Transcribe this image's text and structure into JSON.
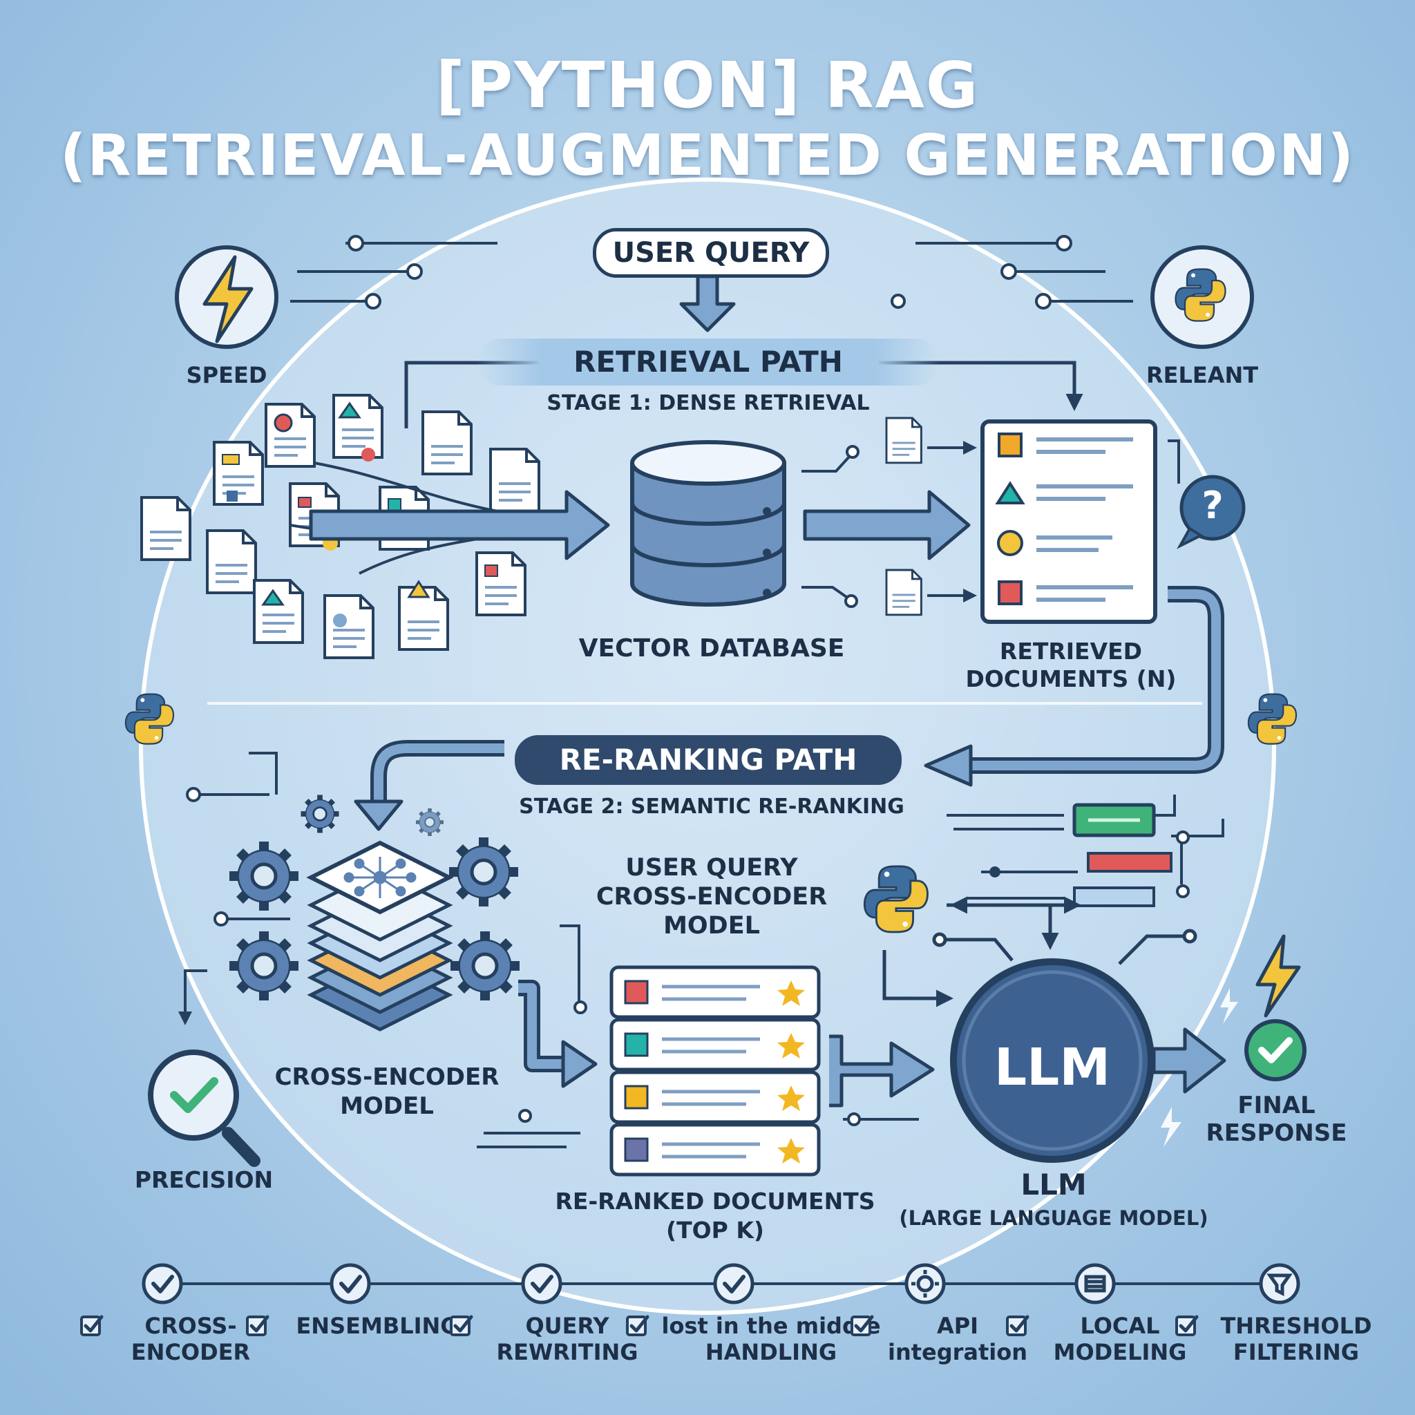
{
  "title": {
    "line1": "[PYTHON] RAG",
    "line2": "(RETRIEVAL-AUGMENTED GENERATION)"
  },
  "user_query": "USER QUERY",
  "retrieval": {
    "label": "RETRIEVAL PATH",
    "stage": "STAGE 1: DENSE RETRIEVAL",
    "vector_db": "VECTOR DATABASE",
    "retrieved_line1": "RETRIEVED",
    "retrieved_line2": "DOCUMENTS (N)"
  },
  "corner": {
    "speed": "SPEED",
    "releant": "RELEANT",
    "precision": "PRECISION"
  },
  "reranking": {
    "label": "RE-RANKING PATH",
    "stage": "STAGE 2: SEMANTIC RE-RANKING",
    "cross_encoder_line1": "CROSS-ENCODER",
    "cross_encoder_line2": "MODEL",
    "uq_line1": "USER QUERY",
    "uq_line2": "CROSS-ENCODER",
    "uq_line3": "MODEL",
    "reranked_line1": "RE-RANKED DOCUMENTS",
    "reranked_line2": "(TOP K)"
  },
  "llm": {
    "badge": "LLM",
    "label": "LLM",
    "sub": "(LARGE LANGUAGE MODEL)"
  },
  "final": {
    "line1": "FINAL",
    "line2": "RESPONSE",
    "question_mark": "?"
  },
  "features": [
    {
      "line1": "CROSS-",
      "line2": "ENCODER",
      "icon": "check-circle-icon"
    },
    {
      "line1": "ENSEMBLING",
      "line2": "",
      "icon": "check-circle-icon"
    },
    {
      "line1": "QUERY",
      "line2": "REWRITING",
      "icon": "check-circle-icon"
    },
    {
      "line1": "lost in the middle",
      "line2": "HANDLING",
      "icon": "check-circle-icon"
    },
    {
      "line1": "API",
      "line2": "integration",
      "icon": "gear-icon"
    },
    {
      "line1": "LOCAL",
      "line2": "MODELING",
      "icon": "server-icon"
    },
    {
      "line1": "THRESHOLD",
      "line2": "FILTERING",
      "icon": "filter-icon"
    }
  ],
  "colors": {
    "navy": "#25405f",
    "accent_blue": "#5b82b3",
    "python_blue": "#3d6e9e",
    "python_yellow": "#f2c53d",
    "check_green": "#3fb37a",
    "red": "#e05a5a",
    "teal": "#24b3a8",
    "orange": "#f0a929"
  }
}
